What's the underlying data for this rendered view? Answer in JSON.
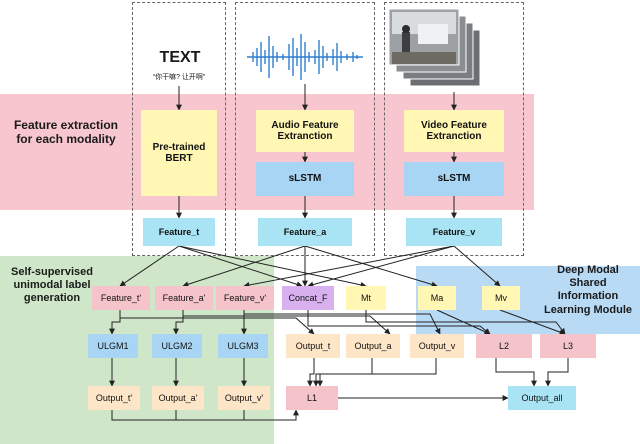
{
  "regions": {
    "feature_extraction": "Feature extraction\nfor each modality",
    "self_supervised": "Self-supervised\nunimodal label\ngeneration",
    "deep_modal": "Deep Modal\nShared\nInformation\nLearning Module"
  },
  "inputs": {
    "text_title": "TEXT",
    "text_sample": "“你干嘛? 让开啊”"
  },
  "extractors": {
    "bert": "Pre-trained\nBERT",
    "audio": "Audio Feature\nExtranction",
    "video": "Video Feature\nExtranction",
    "slstm_a": "sLSTM",
    "slstm_v": "sLSTM"
  },
  "features": {
    "t": "Feature_t",
    "a": "Feature_a",
    "v": "Feature_v",
    "t_prime": "Feature_t'",
    "a_prime": "Feature_a'",
    "v_prime": "Feature_v'"
  },
  "ulgm": [
    "ULGM1",
    "ULGM2",
    "ULGM3"
  ],
  "unimodal_outputs": [
    "Output_t'",
    "Output_a'",
    "Output_v'"
  ],
  "shared": {
    "concat": "Concat_F",
    "mt": "Mt",
    "ma": "Ma",
    "mv": "Mv"
  },
  "outputs": {
    "t": "Output_t",
    "a": "Output_a",
    "v": "Output_v",
    "all": "Output_all"
  },
  "losses": {
    "l1": "L1",
    "l2": "L2",
    "l3": "L3"
  },
  "colors": {
    "pink_band": "#f7c6cf",
    "green_region": "#cfe6c9",
    "blue_region": "#b9daf5",
    "yellow_box": "#fff7b3",
    "cyan_box": "#a9e4f4",
    "blue_box": "#a9d5f5",
    "pink_box": "#f5c4cb",
    "purple_box": "#d8b0ee",
    "peach_box": "#fde5c8"
  }
}
